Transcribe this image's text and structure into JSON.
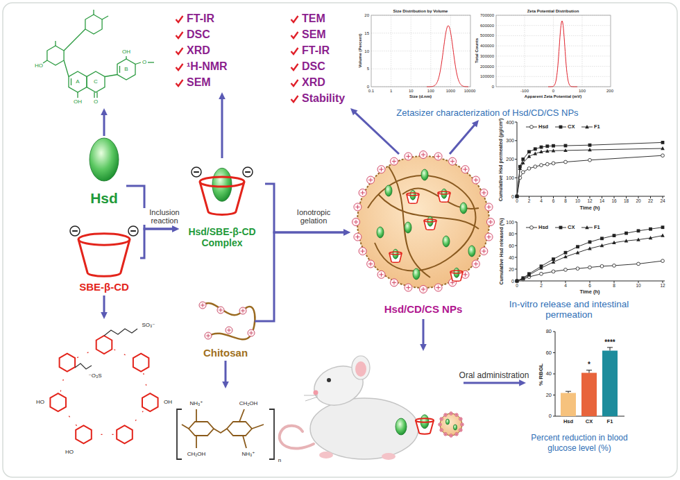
{
  "diagram": {
    "nodes": [
      {
        "text": [
          "Hsd"
        ]
      },
      {
        "text": [
          "SBE-β-CD"
        ]
      },
      {
        "text": [
          "Hsd/SBE-β-CD Complex"
        ]
      },
      {
        "text": [
          "FT-IR",
          "DSC",
          "XRD",
          "¹H-NMR",
          "SEM"
        ]
      },
      {
        "text": [
          "TEM",
          "SEM",
          "FT-IR",
          "DSC",
          "XRD",
          "Stability"
        ]
      },
      {
        "text": [
          "Chitosan"
        ]
      },
      {
        "text": [
          "Hsd/CD/CS NPs"
        ]
      },
      {
        "text": [
          "Zetasizer characterization of Hsd/CD/CS NPs"
        ]
      },
      {
        "text": [
          "In-vitro release and intestinal permeation"
        ]
      },
      {
        "text": [
          "Percent reduction in blood glucose level (%)"
        ]
      }
    ],
    "edges": [
      {
        "from": 0,
        "to": 2,
        "label": "Inclusion reaction",
        "arrow": "to"
      },
      {
        "from": 1,
        "to": 2,
        "arrow": "to"
      },
      {
        "from": 2,
        "to": 3,
        "arrow": "to"
      },
      {
        "from": 2,
        "to": 6,
        "label": "Ionotropic gelation",
        "arrow": "to"
      },
      {
        "from": 5,
        "to": 6,
        "arrow": "to"
      },
      {
        "from": 6,
        "to": 4,
        "arrow": "to"
      },
      {
        "from": 6,
        "to": 7,
        "arrow": "to"
      }
    ],
    "labels": [
      "HO",
      "OH",
      "O",
      "OH",
      "O",
      "A",
      "C",
      "B",
      "SO₃⁻",
      "⁻O₃S",
      "HO",
      "OH",
      "HO",
      "NH₃⁺",
      "CH₂OH",
      "CH₂OH",
      "NH₃⁺",
      "n",
      "Size Distribution by Volume",
      "0",
      "5",
      "10",
      "15",
      "20",
      "0.1",
      "1",
      "10",
      "100",
      "1000",
      "10000",
      "Size (d.nm)",
      "Volume (Percent)",
      "Zeta Potential Distribution",
      "0",
      "100000",
      "200000",
      "300000",
      "400000",
      "500000",
      "600000",
      "700000",
      "-100",
      "0",
      "100",
      "200",
      "Apparent Zeta Potential (mV)",
      "Total Counts",
      "400",
      "300",
      "200",
      "100",
      "0",
      "0",
      "2",
      "4",
      "6",
      "8",
      "10",
      "12",
      "14",
      "16",
      "18",
      "20",
      "22",
      "24",
      "Time (h)",
      "Cumulative Hsd permeated (µg/cm²)",
      "100",
      "80",
      "60",
      "40",
      "20",
      "0",
      "0",
      "2",
      "4",
      "6",
      "8",
      "10",
      "12",
      "Time (h)",
      "Cumulative Hsd released (%)",
      "80",
      "60",
      "40",
      "20",
      "0",
      "Hsd",
      "CX",
      "F1",
      "% RBGL",
      "*",
      "****",
      "Oral administration"
    ],
    "legend": [
      {
        "text": "Hsd"
      },
      {
        "text": "CX"
      },
      {
        "text": "F1"
      },
      {
        "text": "Hsd"
      },
      {
        "text": "CX"
      },
      {
        "text": "F1"
      }
    ]
  }
}
